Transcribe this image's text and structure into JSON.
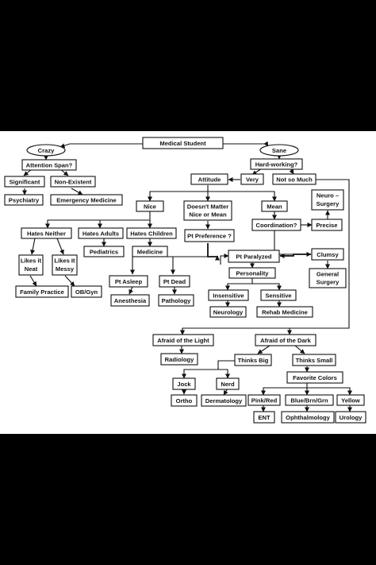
{
  "nodes": {
    "medical_student": "Medical Student",
    "crazy": "Crazy",
    "sane": "Sane",
    "attention_span": "Attention Span?",
    "significant": "Significant",
    "non_existent": "Non-Existent",
    "psychiatry": "Psychiatry",
    "emergency_medicine": "Emergency Medicine",
    "hard_working": "Hard-working?",
    "attitude": "Attitude",
    "very": "Very",
    "not_so_much": "Not so Much",
    "nice": "Nice",
    "doesnt_matter_1": "Doesn't Matter",
    "doesnt_matter_2": "Nice or Mean",
    "mean": "Mean",
    "neuro_surgery_1": "Neuro –",
    "neuro_surgery_2": "Surgery",
    "hates_neither": "Hates Neither",
    "hates_adults": "Hates Adults",
    "hates_children": "Hates Children",
    "pt_preference": "Pt Preference ?",
    "coordination": "Coordination?",
    "precise": "Precise",
    "likes_neat_1": "Likes it",
    "likes_neat_2": "Neat",
    "likes_messy_1": "Likes It",
    "likes_messy_2": "Messy",
    "pediatrics": "Pediatrics",
    "medicine": "Medicine",
    "pt_paralyzed": "Pt Paralyzed",
    "clumsy": "Clumsy",
    "personality": "Personality",
    "general_surgery_1": "General",
    "general_surgery_2": "Surgery",
    "family_practice": "Family Practice",
    "ob_gyn": "OB/Gyn",
    "pt_asleep": "Pt  Asleep",
    "pt_dead": "Pt Dead",
    "insensitive": "Insensitive",
    "sensitive": "Sensitive",
    "anesthesia": "Anesthesia",
    "pathology": "Pathology",
    "neurology": "Neurology",
    "rehab_medicine": "Rehab Medicine",
    "afraid_light": "Afraid of the Light",
    "afraid_dark": "Afraid of the Dark",
    "radiology": "Radiology",
    "thinks_big": "Thinks Big",
    "thinks_small": "Thinks Small",
    "favorite_colors": "Favorite  Colors",
    "jock": "Jock",
    "nerd": "Nerd",
    "ortho": "Ortho",
    "dermatology": "Dermatology",
    "pink_red": "Pink/Red",
    "blue_brn_grn": "Blue/Brn/Grn",
    "yellow": "Yellow",
    "ent": "ENT",
    "ophthalmology": "Ophthalmology",
    "urology": "Urology"
  }
}
